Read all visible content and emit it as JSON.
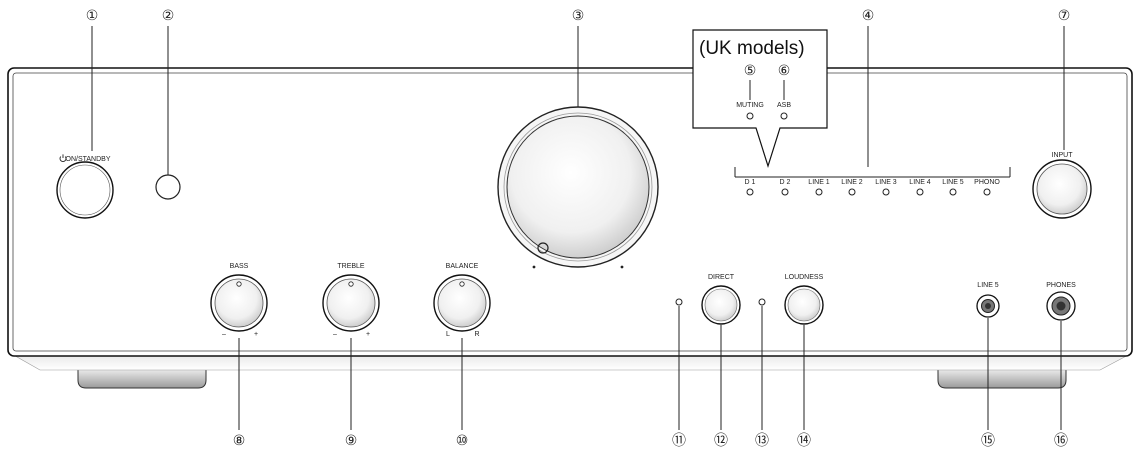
{
  "callout": {
    "title": "(UK models)",
    "muting_label": "MUTING",
    "asb_label": "ASB"
  },
  "labels": {
    "power": "ON/STANDBY",
    "bass": "BASS",
    "treble": "TREBLE",
    "balance": "BALANCE",
    "direct": "DIRECT",
    "loudness": "LOUDNESS",
    "line5_jack": "LINE 5",
    "phones": "PHONES",
    "input": "INPUT",
    "minus": "–",
    "plus": "+",
    "left": "L",
    "right": "R"
  },
  "input_indicators": [
    "D 1",
    "D 2",
    "LINE 1",
    "LINE 2",
    "LINE 3",
    "LINE 4",
    "LINE 5",
    "PHONO"
  ],
  "callouts": [
    "①",
    "②",
    "③",
    "④",
    "⑤",
    "⑥",
    "⑦",
    "⑧",
    "⑨",
    "⑩",
    "⑪",
    "⑫",
    "⑬",
    "⑭",
    "⑮",
    "⑯"
  ],
  "icons": {
    "power": "power-icon"
  }
}
